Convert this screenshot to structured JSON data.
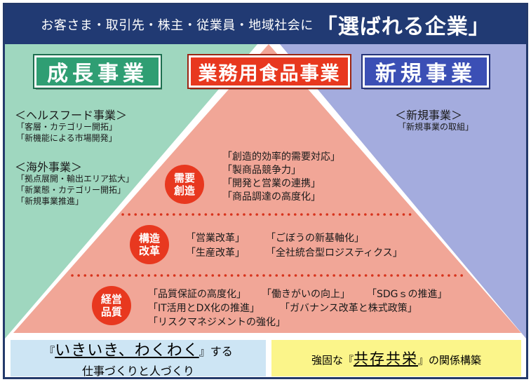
{
  "header": {
    "lead": "お客さま・取引先・株主・従業員・地域社会に",
    "emphasis": "「選ばれる企業」"
  },
  "sections": {
    "growth": {
      "title": "成長事業",
      "groups": [
        {
          "heading": "＜ヘルスフード事業＞",
          "items": [
            "「客層・カテゴリー開拓」",
            "「新機能による市場開発」"
          ]
        },
        {
          "heading": "＜海外事業＞",
          "items": [
            "「拠点展開・輸出エリア拡大」",
            "「新業態・カテゴリー開拓」",
            "「新規事業推進」"
          ]
        }
      ]
    },
    "core": {
      "title": "業務用食品事業"
    },
    "new_business": {
      "title": "新規事業",
      "groups": [
        {
          "heading": "＜新規事業＞",
          "items": [
            "「新規事業の取組」"
          ]
        }
      ]
    }
  },
  "pyramid": {
    "tiers": [
      {
        "badge": [
          "需要",
          "創造"
        ],
        "items": [
          "「創造的効率的需要対応」",
          "「製商品競争力」",
          "「開発と営業の連携」",
          "「商品調達の高度化」"
        ]
      },
      {
        "badge": [
          "構造",
          "改革"
        ],
        "items": [
          "「営業改革」",
          "「ごぼうの新基軸化」",
          "「生産改革」",
          "「全社統合型ロジスティクス」"
        ]
      },
      {
        "badge": [
          "経営",
          "品質"
        ],
        "items": [
          "「品質保証の高度化」",
          "「働きがいの向上」",
          "「SDGｓの推進」",
          "「IT活用とDX化の推進」",
          "「ガバナンス改革と株式政策」",
          "「リスクマネジメントの強化」"
        ]
      }
    ]
  },
  "footer": {
    "left": {
      "open": "『",
      "highlight": "いきいき、わくわく",
      "close": "』",
      "suffix": "する",
      "line2": "仕事づくりと人づくり"
    },
    "right": {
      "prefix": "強固な",
      "open": "『",
      "highlight": "共存共栄",
      "close": "』",
      "suffix": "の関係構築"
    }
  },
  "colors": {
    "header_bg": "#213a73",
    "growth_green": "#2f9e73",
    "core_red": "#e8381f",
    "new_blue": "#3b4fb5",
    "growth_area": "#9fd7bf",
    "new_area": "#a4acde",
    "pyramid_fill": "#f1a697",
    "footer_left_bg": "#cde5f4",
    "footer_right_bg": "#fbf58a"
  }
}
